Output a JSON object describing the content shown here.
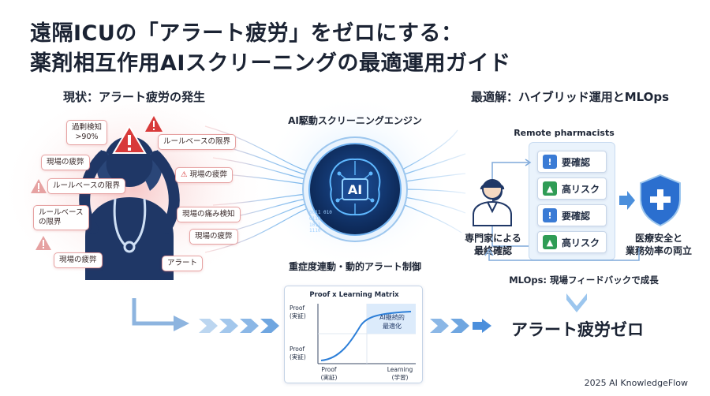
{
  "title": {
    "line1": "遠隔ICUの「アラート疲労」をゼロにする：",
    "line2": "薬剤相互作用AIスクリーニングの最適運用ガイド"
  },
  "left": {
    "heading": "現状：アラート疲労の発生",
    "bubbles": [
      "過剰検知\n>90%",
      "ルールベースの限界",
      "現場の疲弊",
      "現場の疲弊",
      "ルールベースの限界",
      "現場の痛み検知",
      "ルールベース\nの限界",
      "現場の疲弊",
      "現場の疲弊",
      "アラート"
    ]
  },
  "center": {
    "engine_label": "AI駆動スクリーニングエンジン",
    "ai_badge": "AI",
    "binary": [
      "0011 010",
      "0110",
      "1011",
      "1110"
    ],
    "control_label": "重症度連動・動的アラート制御",
    "matrix": {
      "title": "Proof x Learning Matrix",
      "y_top": [
        "Proof",
        "(実証)"
      ],
      "y_bottom": [
        "Proof",
        "(実証)"
      ],
      "x_left": [
        "Proof",
        "(実証)"
      ],
      "x_right": [
        "Learning",
        "(学習)"
      ],
      "annotation": [
        "AI継続的",
        "最適化"
      ]
    }
  },
  "right": {
    "heading": "最適解：ハイブリッド運用とMLOps",
    "remote_label": "Remote pharmacists",
    "expert_label": [
      "専門家による",
      "最終確認"
    ],
    "cards": [
      {
        "label": "要確認",
        "kind": "warn"
      },
      {
        "label": "高リスク",
        "kind": "risk"
      },
      {
        "label": "要確認",
        "kind": "warn"
      },
      {
        "label": "高リスク",
        "kind": "risk"
      }
    ],
    "outcome_label": [
      "医療安全と",
      "業務効率の両立"
    ],
    "mlops_label": "MLOps: 現場フィードバックで成長",
    "zero_label": "アラート疲労ゼロ"
  },
  "footer": "2025 AI KnowledgeFlow",
  "colors": {
    "alert_red": "#d83a3a",
    "navy": "#1f3766",
    "ai_blue": "#2d7fd8",
    "warn_green": "#2f9c55",
    "card_blue": "#3a7bd5"
  }
}
